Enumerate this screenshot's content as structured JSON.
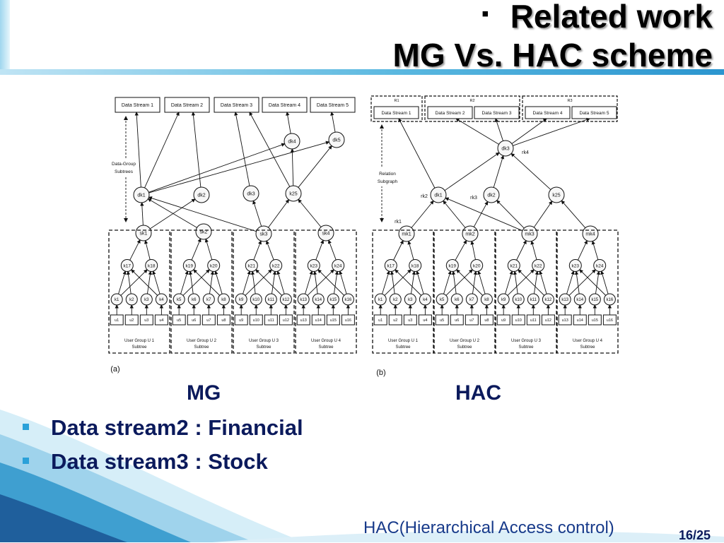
{
  "slide": {
    "title_bullet": "▪",
    "title_line1": "Related work",
    "title_line2": "MG Vs. HAC scheme",
    "caption_mg": "MG",
    "caption_hac": "HAC",
    "bullets": [
      {
        "text": "Data stream2 : Financial"
      },
      {
        "text": "Data stream3 : Stock"
      }
    ],
    "footer": "HAC(Hierarchical Access control)",
    "page_number": "16/25",
    "colors": {
      "title_rule": "#2b95cf",
      "bullet": "#2aa1d9",
      "text": "#0b1a5c",
      "footer": "#173a8a"
    }
  },
  "figure": {
    "a": {
      "panel_label": "(a)",
      "data_streams": [
        "Data Stream 1",
        "Data Stream 2",
        "Data Stream 3",
        "Data Stream 4",
        "Data Stream 5"
      ],
      "side_label": [
        "Data-Group",
        "Subtrees"
      ],
      "dk_top": [
        "dk4",
        "dk5"
      ],
      "dk_mid": [
        "dk1",
        "dk2",
        "dk3",
        "k25"
      ],
      "sk": [
        "sk1",
        "sk2",
        "sk3",
        "sk4"
      ],
      "group_keys": [
        [
          "k17",
          "k18"
        ],
        [
          "k19",
          "k20"
        ],
        [
          "k21",
          "k22"
        ],
        [
          "k23",
          "k24"
        ]
      ],
      "user_keys": [
        "k1",
        "k2",
        "k3",
        "k4",
        "k5",
        "k6",
        "k7",
        "k8",
        "k9",
        "k10",
        "k11",
        "k12",
        "k13",
        "k14",
        "k15",
        "k16"
      ],
      "users": [
        "u1",
        "u2",
        "u3",
        "u4",
        "u5",
        "u6",
        "u7",
        "u8",
        "u9",
        "u10",
        "u11",
        "u12",
        "u13",
        "u14",
        "u15",
        "u16"
      ],
      "subtree_labels": [
        [
          "User Group U 1",
          "Subtree"
        ],
        [
          "User Group U 2",
          "Subtree"
        ],
        [
          "User Group U 3",
          "Subtree"
        ],
        [
          "User Group U 4",
          "Subtree"
        ]
      ]
    },
    "b": {
      "panel_label": "(b)",
      "data_streams": [
        "Data Stream 1",
        "Data Stream 2",
        "Data Stream 3",
        "Data Stream 4",
        "Data Stream 5"
      ],
      "relation_labels": [
        "R1",
        "R2",
        "R3"
      ],
      "side_label": [
        "Relation",
        "Subgraph"
      ],
      "dk_top": [
        "dk3"
      ],
      "rk_labels": [
        "rk4",
        "rk2",
        "rk3",
        "rk1"
      ],
      "dk_mid": [
        "dk1",
        "dk2",
        "k25"
      ],
      "mk": [
        "mk1",
        "mk2",
        "mk3",
        "mk4"
      ],
      "group_keys": [
        [
          "k17",
          "k18"
        ],
        [
          "k19",
          "k20"
        ],
        [
          "k21",
          "k22"
        ],
        [
          "k23",
          "k24"
        ]
      ],
      "user_keys": [
        "k1",
        "k2",
        "k3",
        "k4",
        "k5",
        "k6",
        "k7",
        "k8",
        "k9",
        "k10",
        "k11",
        "k12",
        "k13",
        "k14",
        "k15",
        "k16"
      ],
      "users": [
        "u1",
        "u2",
        "u3",
        "u4",
        "u5",
        "u6",
        "u7",
        "u8",
        "u9",
        "u10",
        "u11",
        "u12",
        "u13",
        "u14",
        "u15",
        "u16"
      ],
      "subtree_labels": [
        [
          "User Group U 1",
          "Subtree"
        ],
        [
          "User Group U 2",
          "Subtree"
        ],
        [
          "User Group U 3",
          "Subtree"
        ],
        [
          "User Group U 4",
          "Subtree"
        ]
      ]
    }
  }
}
